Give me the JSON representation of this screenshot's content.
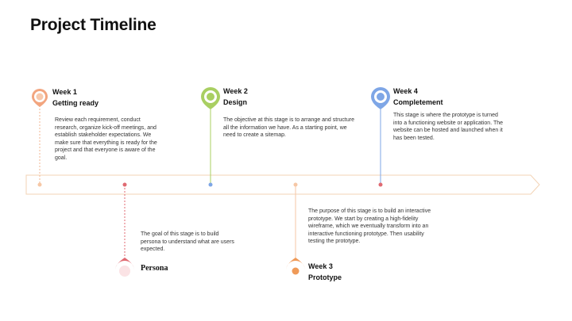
{
  "slide": {
    "title": "Project Timeline"
  },
  "colors": {
    "arrow_stroke": "#f3d3b5",
    "peach": "#f2a57f",
    "red": "#e06a72",
    "green": "#a9cf62",
    "orange": "#ef9a58",
    "blue": "#7ea6e6"
  },
  "milestones": [
    {
      "id": "week1",
      "icon": "location-pin-icon",
      "color": "peach",
      "week": "Week 1",
      "name": "Getting ready",
      "description": "Review each requirement, conduct research, organize kick-off meetings, and establish stakeholder expectations. We make sure that everything is ready for the project and that everyone is aware of the goal."
    },
    {
      "id": "persona",
      "icon": "location-pin-icon",
      "color": "red",
      "week": "",
      "name": "Persona",
      "description": "The goal of this stage is to build persona to understand what are users expected."
    },
    {
      "id": "week2",
      "icon": "location-pin-icon",
      "color": "green",
      "week": "Week 2",
      "name": "Design",
      "description": "The objective at this stage is to arrange and structure all the information we have. As a starting point, we need to create a sitemap."
    },
    {
      "id": "week3",
      "icon": "location-pin-icon",
      "color": "orange",
      "week": "Week 3",
      "name": "Prototype",
      "description": "The purpose of this stage is to build an interactive prototype. We start by creating a high-fidelity wireframe, which we eventually transform into an interactive functioning prototype. Then usability testing the prototype."
    },
    {
      "id": "week4",
      "icon": "location-pin-icon",
      "color": "blue",
      "week": "Week 4",
      "name": "Completement",
      "description": "This stage is where the prototype is turned into a functioning website or application. The website can be hosted and launched when it has been tested."
    }
  ]
}
